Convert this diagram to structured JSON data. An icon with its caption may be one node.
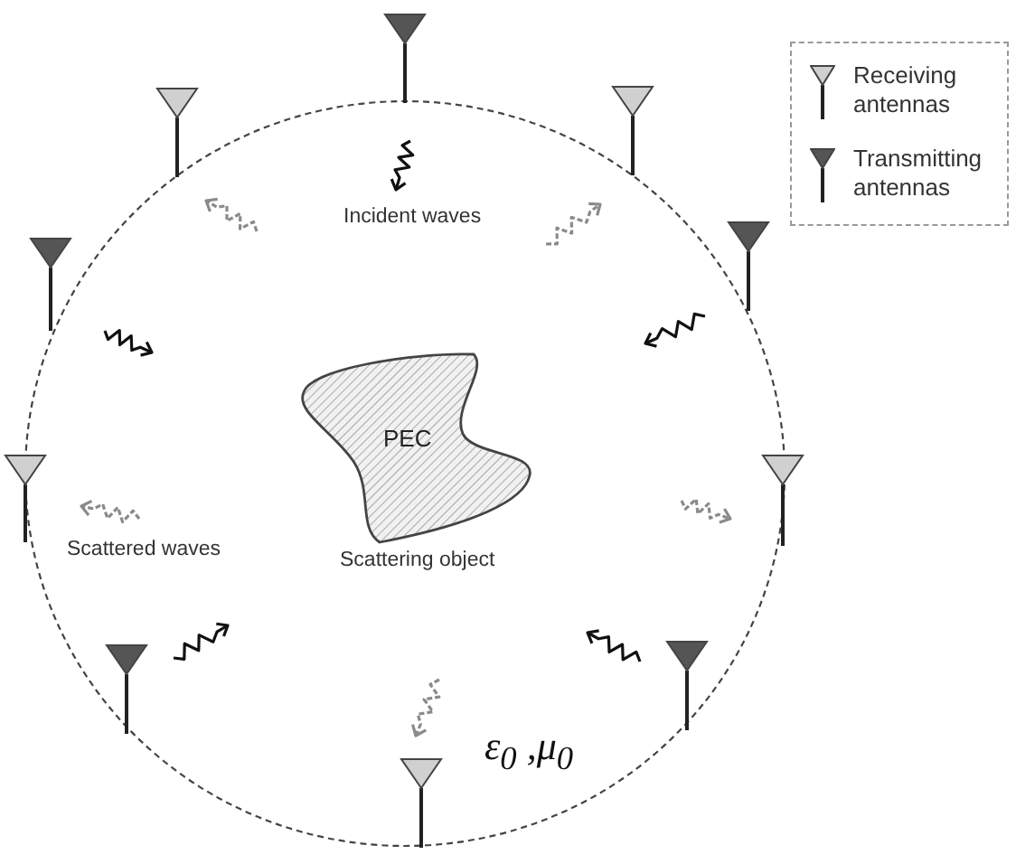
{
  "diagram": {
    "nodes": [
      {
        "text": [
          "PEC"
        ],
        "beside": [
          "Scattering object"
        ]
      }
    ],
    "labels": [
      "Incident waves",
      "Scattered waves",
      "ε$_{0}$ ,μ$_{0}$"
    ],
    "legend": [
      {
        "text": "Receiving antennas"
      },
      {
        "text": "Transmitting antennas"
      }
    ]
  }
}
